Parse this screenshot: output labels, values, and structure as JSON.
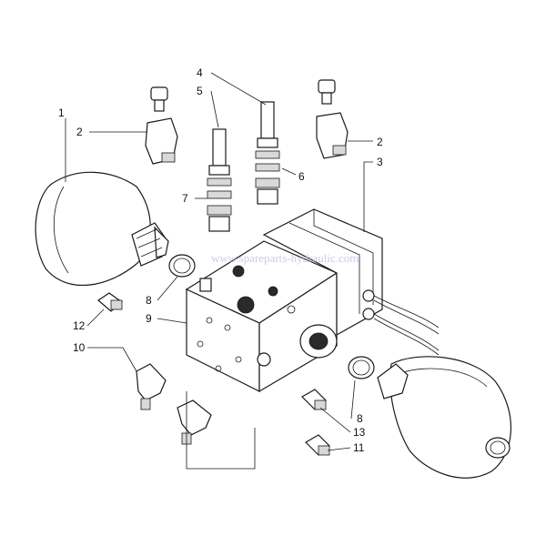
{
  "diagram": {
    "callouts": {
      "c1": "1",
      "c2a": "2",
      "c2b": "2",
      "c3": "3",
      "c4": "4",
      "c5": "5",
      "c6": "6",
      "c7": "7",
      "c8a": "8",
      "c8b": "8",
      "c9": "9",
      "c10": "10",
      "c11": "11",
      "c12": "12",
      "c13": "13"
    },
    "watermark": "www.spareparts-hydraulic.com"
  }
}
